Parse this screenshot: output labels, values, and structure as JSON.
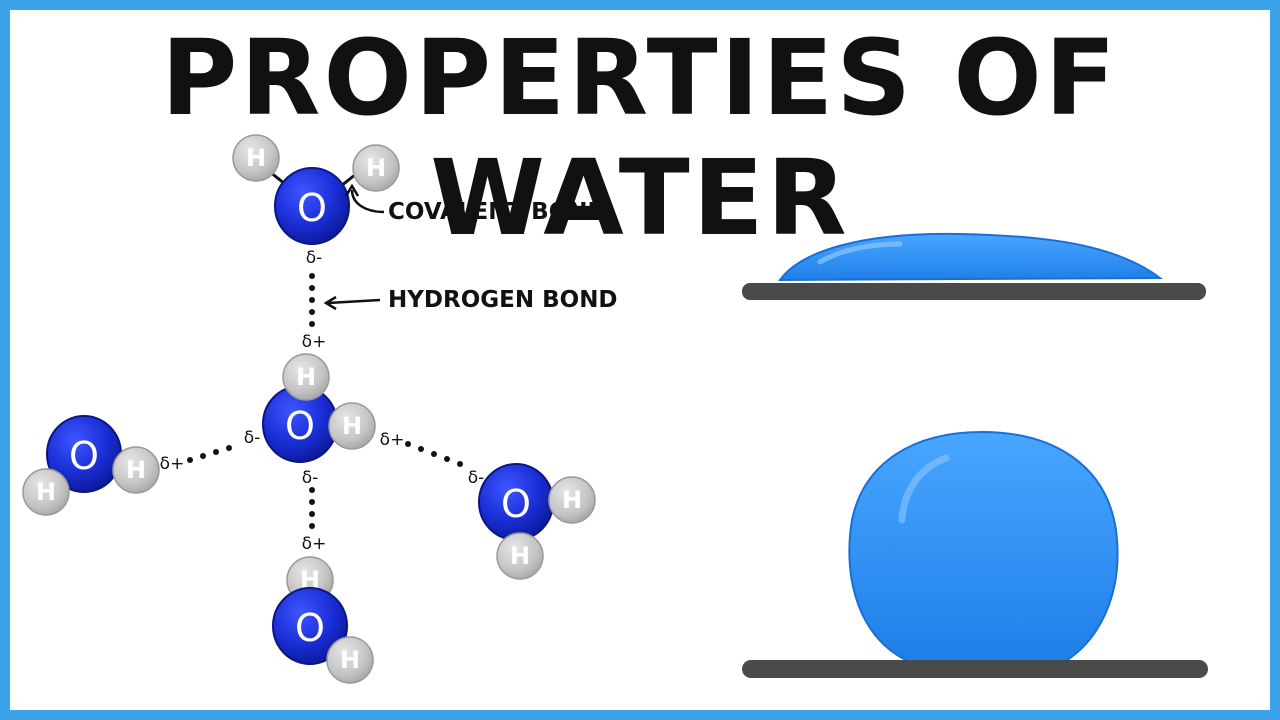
{
  "title": "PROPERTIES OF WATER",
  "atoms": {
    "oxygen": "O",
    "hydrogen": "H"
  },
  "charges": {
    "negative": "δ-",
    "positive": "δ+"
  },
  "labels": {
    "covalent_bond": "COVALENT BOND",
    "hydrogen_bond": "HYDROGEN BOND"
  },
  "colors": {
    "frame": "#3aa3ea",
    "oxygen": "#1a2fd6",
    "hydrogen": "#c7c7c7",
    "water": "#2f8ef0",
    "surface": "#4a4a4a",
    "ink": "#111111"
  }
}
